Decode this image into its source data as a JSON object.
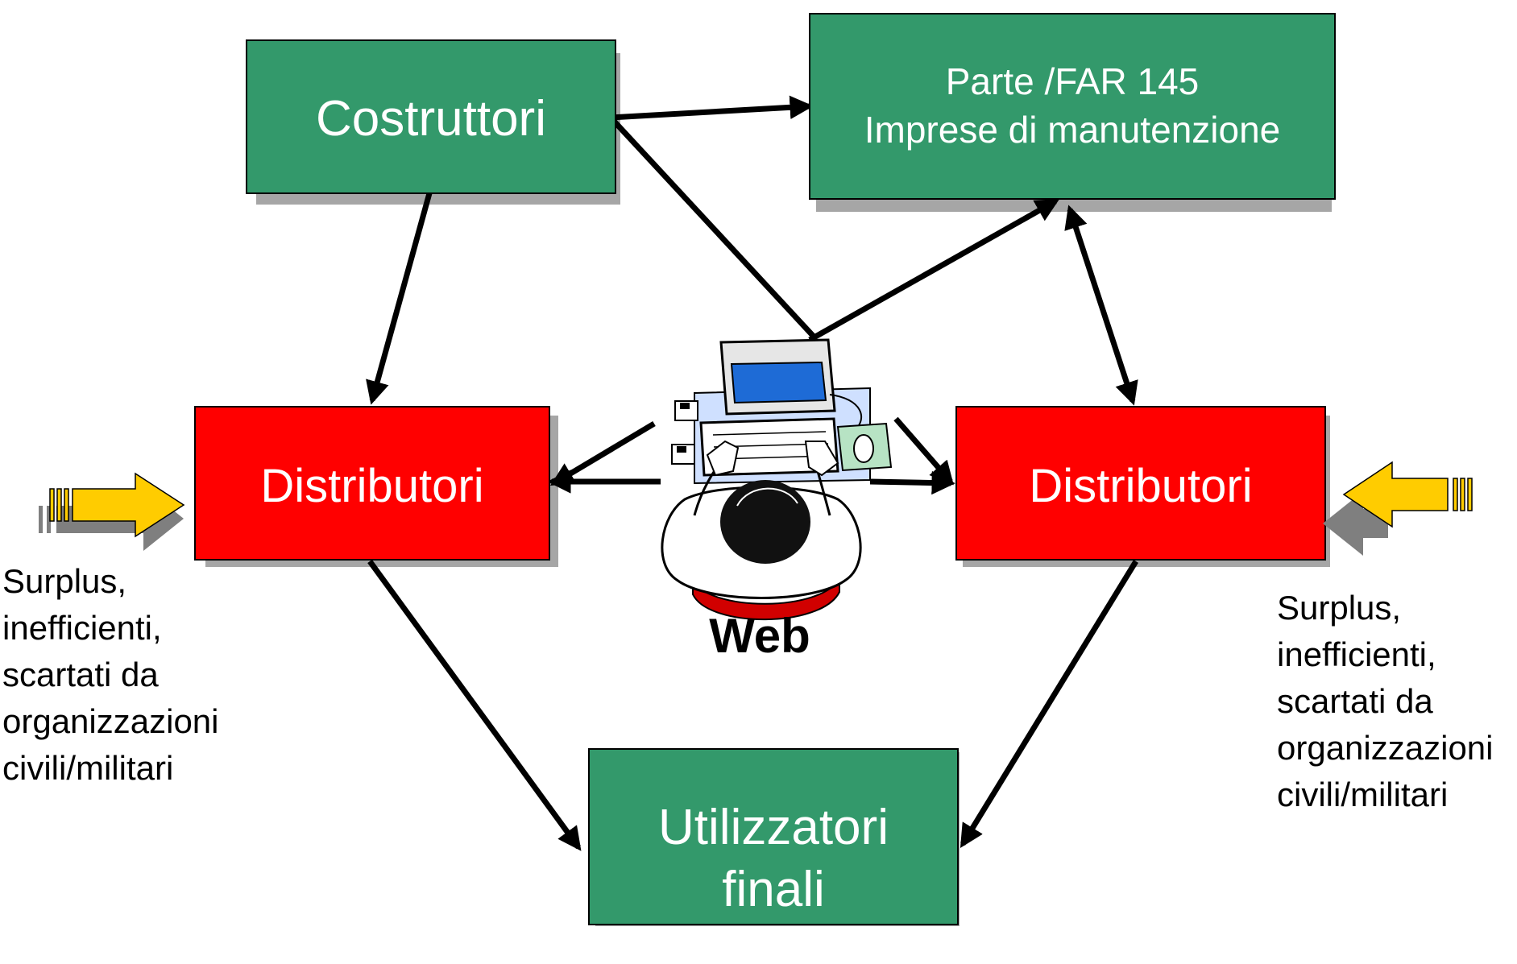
{
  "nodes": {
    "costruttori": {
      "lines": [
        "Costruttori"
      ]
    },
    "imprese": {
      "lines": [
        "Parte /FAR 145",
        "Imprese di manutenzione"
      ]
    },
    "distributori_left": {
      "lines": [
        "Distributori"
      ]
    },
    "distributori_right": {
      "lines": [
        "Distributori"
      ]
    },
    "utilizzatori": {
      "lines": [
        "Utilizzatori",
        "finali"
      ]
    }
  },
  "center": {
    "label": "Web",
    "icon": "person-at-computer-icon"
  },
  "side_notes": {
    "left": "Surplus,\ninefficienti,\nscartati da\norganizzazioni\ncivili/militari",
    "right": "Surplus,\ninefficienti,\nscartati da\norganizzazioni\ncivili/militari"
  },
  "colors": {
    "green_box": "#33996B",
    "red_box": "#FF0000",
    "shadow": "#A6A6A6",
    "input_arrow": "#FFCC00",
    "connector": "#000000",
    "box_text": "#FFFFFF"
  }
}
